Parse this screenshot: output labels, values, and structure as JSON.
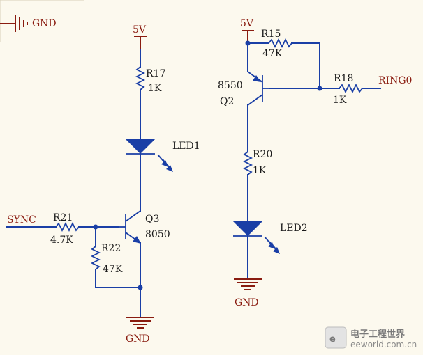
{
  "colors": {
    "background": "#fcf9ee",
    "wire": "#1a3fa6",
    "power_symbol": "#8a1c10",
    "label": "#1a1a1a"
  },
  "nets": {
    "gnd_top": "GND",
    "vcc_left": "5V",
    "vcc_right": "5V",
    "sync": "SYNC",
    "ring0": "RING0",
    "gnd_left": "GND",
    "gnd_right": "GND"
  },
  "components": {
    "r17": {
      "ref": "R17",
      "value": "1K"
    },
    "led1": {
      "ref": "LED1"
    },
    "q3": {
      "ref": "Q3",
      "value": "8050"
    },
    "r21": {
      "ref": "R21",
      "value": "4.7K"
    },
    "r22": {
      "ref": "R22",
      "value": "47K"
    },
    "r15": {
      "ref": "R15",
      "value": "47K"
    },
    "q2": {
      "ref": "Q2",
      "value": "8550"
    },
    "r18": {
      "ref": "R18",
      "value": "1K"
    },
    "r20": {
      "ref": "R20",
      "value": "1K"
    },
    "led2": {
      "ref": "LED2"
    }
  },
  "watermark": {
    "brand": "电子工程世界",
    "site": "eeworld.com.cn",
    "icon": "eeworld-logo-icon"
  }
}
